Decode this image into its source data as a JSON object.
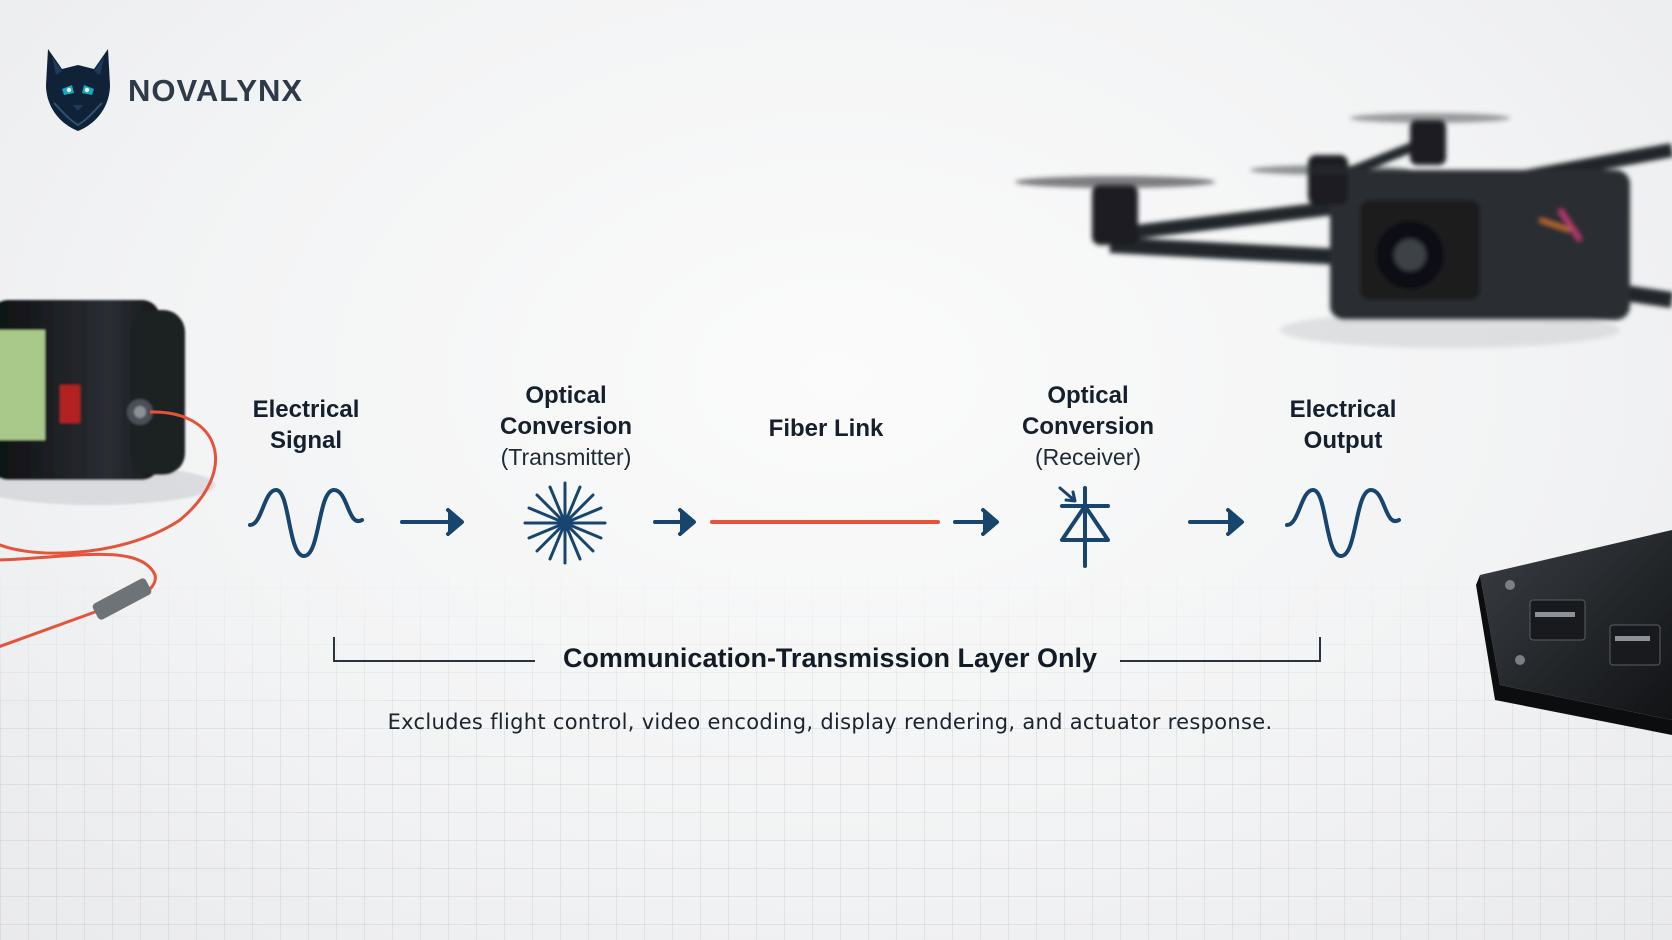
{
  "brand": {
    "name": "NOVALYNX"
  },
  "stages": [
    {
      "title_lines": [
        "Electrical",
        "Signal"
      ],
      "sub": ""
    },
    {
      "title_lines": [
        "Optical",
        "Conversion"
      ],
      "sub": "(Transmitter)"
    },
    {
      "title_lines": [
        "Fiber Link"
      ],
      "sub": ""
    },
    {
      "title_lines": [
        "Optical",
        "Conversion"
      ],
      "sub": "(Receiver)"
    },
    {
      "title_lines": [
        "Electrical",
        "Output"
      ],
      "sub": ""
    }
  ],
  "layer": {
    "title": "Communication-Transmission Layer Only",
    "note": "Excludes flight control, video encoding, display rendering, and actuator response."
  },
  "colors": {
    "accent": "#17456e",
    "fiber": "#e2553c",
    "text": "#131c26"
  },
  "icons": {
    "logo": "lynx-head-logo",
    "signal_in": "sine-wave-icon",
    "transmitter": "laser-starburst-icon",
    "receiver": "photodiode-icon",
    "signal_out": "sine-wave-icon",
    "arrow": "arrow-right-icon"
  }
}
